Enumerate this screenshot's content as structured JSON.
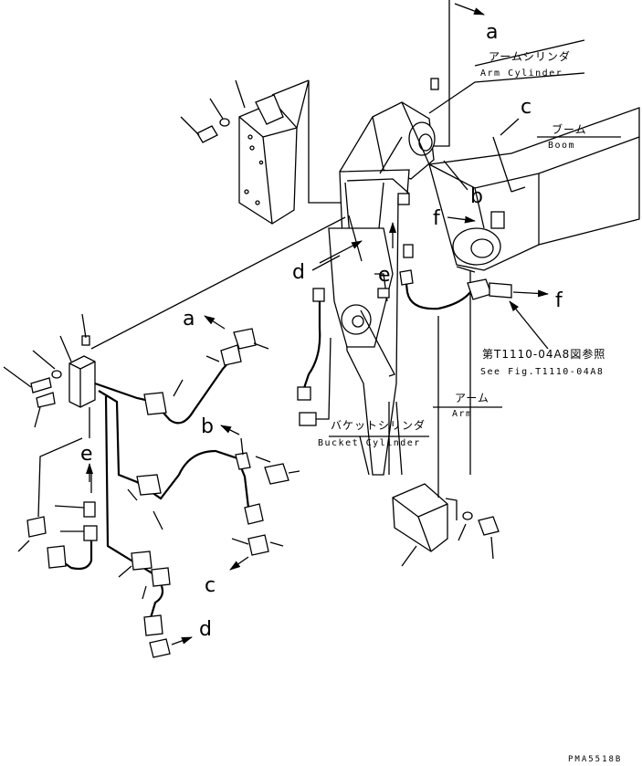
{
  "callouts": {
    "a_top": "a",
    "a_left": "a",
    "b_top": "b",
    "b_left": "b",
    "c_top": "c",
    "c_left": "c",
    "d_mid": "d",
    "d_left": "d",
    "e_mid": "e",
    "e_left": "e",
    "f_mid": "f",
    "f_right": "f"
  },
  "parts": {
    "arm_cylinder_jp": "アームシリンダ",
    "arm_cylinder_en": "Arm Cylinder",
    "boom_jp": "ブーム",
    "boom_en": "Boom",
    "arm_jp": "アーム",
    "arm_en": "Arm",
    "bucket_cylinder_jp": "バケットシリンダ",
    "bucket_cylinder_en": "Bucket Cylinder"
  },
  "reference": {
    "jp": "第T1110-04A8図参照",
    "en": "See Fig.T1110-04A8"
  },
  "drawing_code": "PMA5518B"
}
